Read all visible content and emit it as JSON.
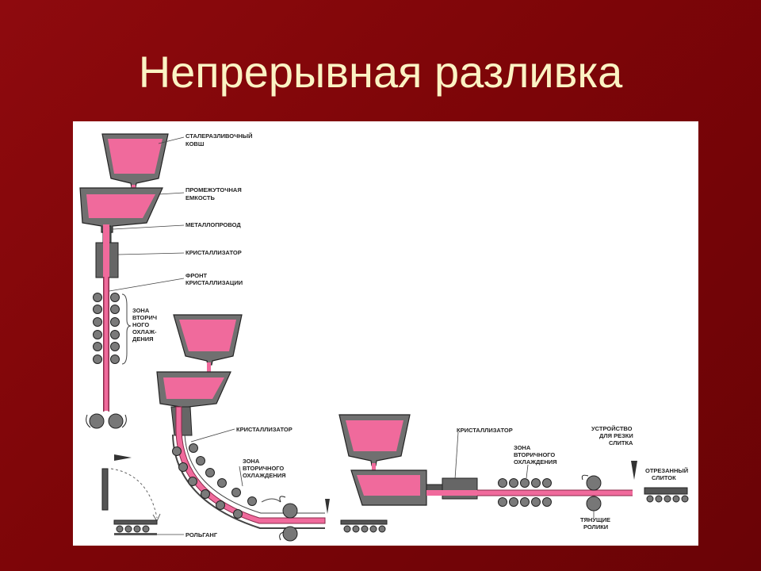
{
  "slide": {
    "title": "Непрерывная разливка"
  },
  "labels": {
    "ladle": [
      "СТАЛЕРАЗЛИВОЧНЫЙ",
      "КОВШ"
    ],
    "tundish": [
      "ПРОМЕЖУТОЧНАЯ",
      "ЕМКОСТЬ"
    ],
    "nozzle": "МЕТАЛЛОПРОВОД",
    "mould_vertical": "КРИСТАЛЛИЗАТОР",
    "front": [
      "ФРОНТ",
      "КРИСТАЛЛИЗАЦИИ"
    ],
    "zone_vertical": [
      "ЗОНА",
      "ВТОРИЧ",
      "НОГО",
      "ОХЛАЖ-",
      "ДЕНИЯ"
    ],
    "roller_table": "РОЛЬГАНГ",
    "mould_curved": "КРИСТАЛЛИЗАТОР",
    "zone_curved": [
      "ЗОНА",
      "ВТОРИЧНОГО",
      "ОХЛАЖДЕНИЯ"
    ],
    "mould_horizontal": "КРИСТАЛЛИЗАТОР",
    "zone_horizontal": [
      "ЗОНА",
      "ВТОРИЧНОГО",
      "ОХЛАЖДЕНИЯ"
    ],
    "cutter": [
      "УСТРОЙСТВО",
      "ДЛЯ РЕЗКИ",
      "СЛИТКА"
    ],
    "cut_ingot": [
      "ОТРЕЗАННЫЙ",
      "СЛИТОК"
    ],
    "pull_rolls": [
      "ТЯНУЩИЕ",
      "РОЛИКИ"
    ]
  },
  "colors": {
    "metal": "#f06a9c",
    "wall": "#6e6e6e",
    "outline": "#2a2a2a",
    "background": "#7d0508",
    "title": "#fbf3c4"
  }
}
